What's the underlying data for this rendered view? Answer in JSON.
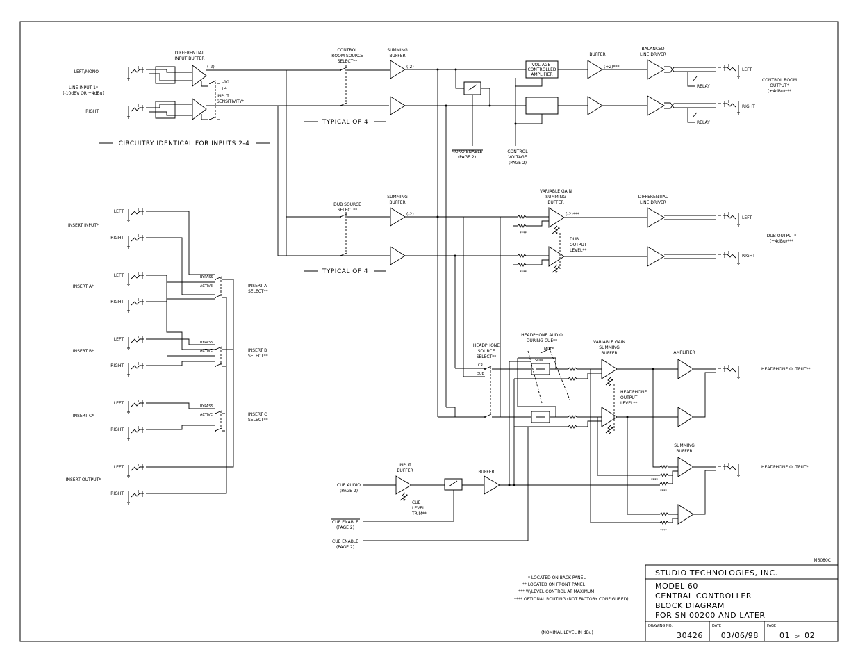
{
  "line_input": {
    "left_mono": "LEFT/MONO",
    "right": "RIGHT",
    "label": [
      "LINE INPUT 1*",
      "(-10dBV OR +4dBu)"
    ],
    "diff_buffer": [
      "DIFFERENTIAL",
      "INPUT BUFFER"
    ],
    "gain": "(-2)",
    "sens_hi": "-10",
    "sens_lo": "+4",
    "sensitivity": [
      "INPUT",
      "SENSITIVITY*"
    ],
    "identical": "CIRCUITRY IDENTICAL FOR INPUTS 2-4"
  },
  "control_room": {
    "source_select": [
      "CONTROL",
      "ROOM SOURCE",
      "SELECT**"
    ],
    "summing_buffer": [
      "SUMMING",
      "BUFFER"
    ],
    "gain": "(-2)",
    "vca": [
      "VOLTAGE-",
      "CONTROLLED",
      "AMPLIFIER"
    ],
    "buffer": "BUFFER",
    "buffer_gain": "(+2)***",
    "line_driver": [
      "BALANCED",
      "LINE DRIVER"
    ],
    "relay": "RELAY",
    "left": "LEFT",
    "right": "RIGHT",
    "output": [
      "CONTROL ROOM",
      "OUTPUT*",
      "(+4dBu)***"
    ],
    "typical": "TYPICAL OF 4",
    "mono_enable": [
      "MONO ENABLE",
      "(PAGE 2)"
    ],
    "control_voltage": [
      "CONTROL",
      "VOLTAGE",
      "(PAGE 2)"
    ]
  },
  "dub": {
    "source_select": [
      "DUB SOURCE",
      "SELECT**"
    ],
    "summing_buffer": [
      "SUMMING",
      "BUFFER"
    ],
    "gain": "(-2)",
    "var_gain": [
      "VARIABLE GAIN",
      "SUMMING",
      "BUFFER"
    ],
    "var_gain_val": "(-2)***",
    "dub_level": [
      "DUB",
      "OUTPUT",
      "LEVEL**"
    ],
    "line_driver": [
      "DIFFERENTIAL",
      "LINE DRIVER"
    ],
    "left": "LEFT",
    "right": "RIGHT",
    "output": [
      "DUB OUTPUT*",
      "(+4dBu)***"
    ],
    "typical": "TYPICAL OF 4",
    "optional": "****"
  },
  "inserts": {
    "insert_input": "INSERT INPUT*",
    "insert_a": "INSERT A*",
    "insert_b": "INSERT B*",
    "insert_c": "INSERT C*",
    "insert_output": "INSERT OUTPUT*",
    "left": "LEFT",
    "right": "RIGHT",
    "bypass": "BYPASS",
    "active": "ACTIVE",
    "sel_a": [
      "INSERT A",
      "SELECT**"
    ],
    "sel_b": [
      "INSERT B",
      "SELECT**"
    ],
    "sel_c": [
      "INSERT C",
      "SELECT**"
    ]
  },
  "headphone": {
    "source_select": [
      "HEADPHONE",
      "SOURCE",
      "SELECT**"
    ],
    "cr": "CR",
    "dub": "DUB",
    "audio_during_cue": [
      "HEADPHONE AUDIO",
      "DURING CUE**"
    ],
    "mute": "MUTE",
    "sum": "SUM",
    "var_gain": [
      "VARIABLE GAIN",
      "SUMMING",
      "BUFFER"
    ],
    "output_level": [
      "HEADPHONE",
      "OUTPUT",
      "LEVEL**"
    ],
    "amplifier": "AMPLIFIER",
    "output_1": "HEADPHONE OUTPUT**",
    "summing_buffer": [
      "SUMMING",
      "BUFFER"
    ],
    "output_2": "HEADPHONE OUTPUT*",
    "optional": "****"
  },
  "cue": {
    "audio": [
      "CUE AUDIO",
      "(PAGE 2)"
    ],
    "input_buffer": [
      "INPUT",
      "BUFFER"
    ],
    "trim": [
      "CUE",
      "LEVEL",
      "TRIM**"
    ],
    "buffer": "BUFFER",
    "enable_bar": [
      "CUE ENABLE",
      "(PAGE 2)"
    ],
    "enable": [
      "CUE ENABLE",
      "(PAGE 2)"
    ]
  },
  "notes": {
    "n1": "* LOCATED ON BACK PANEL",
    "n2": "** LOCATED ON FRONT PANEL",
    "n3": "*** W/LEVEL CONTROL AT MAXIMUM",
    "n4": "**** OPTIONAL ROUTING (NOT FACTORY CONFIGURED)",
    "nominal": "(NOMINAL LEVEL IN dBu)"
  },
  "title_block": {
    "revision": "M6080C",
    "company": "STUDIO TECHNOLOGIES, INC.",
    "title_1": "MODEL 60",
    "title_2": "CENTRAL CONTROLLER",
    "title_3": "BLOCK DIAGRAM",
    "title_4": "FOR SN 00200 AND LATER",
    "drawing_no_label": "DRAWING NO.",
    "drawing_no": "30426",
    "date_label": "DATE",
    "date": "03/06/98",
    "page_label": "PAGE",
    "page": "01",
    "of": "OF",
    "pages": "02"
  }
}
